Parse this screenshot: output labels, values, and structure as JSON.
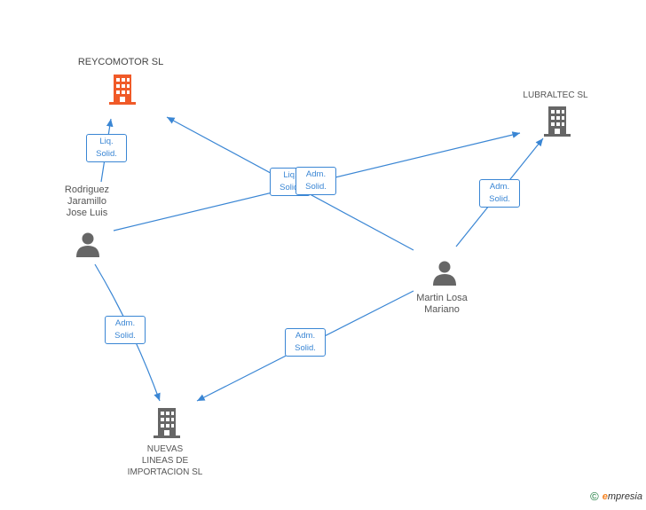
{
  "nodes": {
    "reycomotor": {
      "label": "REYCOMOTOR SL",
      "color": "#f05a28"
    },
    "lubraltec": {
      "label": "LUBRALTEC  SL",
      "color": "#666666"
    },
    "nuevas": {
      "label": "NUEVAS\nLINEAS DE\nIMPORTACION SL",
      "color": "#666666"
    },
    "rodriguez": {
      "label": "Rodriguez\nJaramillo\nJose Luis",
      "color": "#666666"
    },
    "martin": {
      "label": "Martin Losa\nMariano",
      "color": "#666666"
    }
  },
  "edges": {
    "rodriguez_reycomotor": "Liq.\nSolid.",
    "martin_reycomotor": "Liq.\nSolid.",
    "rodriguez_lubraltec": "Adm.\nSolid.",
    "martin_lubraltec": "Adm.\nSolid.",
    "rodriguez_nuevas": "Adm.\nSolid.",
    "martin_nuevas": "Adm.\nSolid."
  },
  "footer": {
    "copyright": "©",
    "brand_e": "e",
    "brand_rest": "mpresia"
  },
  "colors": {
    "edge": "#3a86d4",
    "building": "#666666",
    "building_highlight": "#f05a28",
    "person": "#666666"
  }
}
